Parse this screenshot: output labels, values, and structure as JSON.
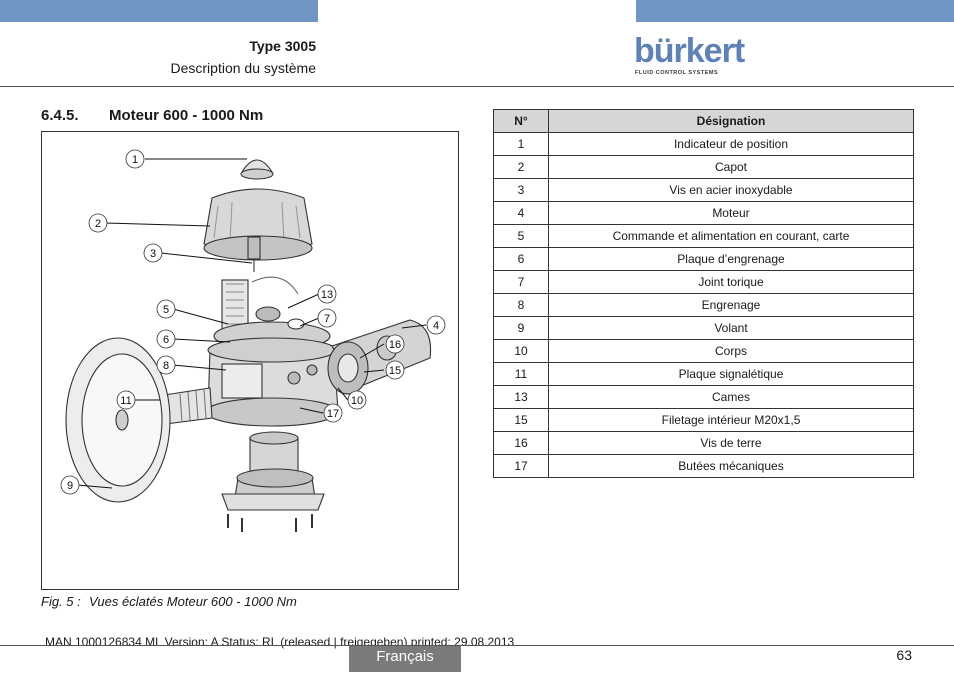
{
  "header": {
    "doc_type": "Type 3005",
    "doc_subtitle": "Description du système",
    "logo_text": "bürkert",
    "logo_tagline": "FLUID CONTROL SYSTEMS",
    "bar_color": "#6f95c5"
  },
  "section": {
    "number": "6.4.5.",
    "title": "Moteur 600 - 1000 Nm"
  },
  "figure": {
    "callouts": [
      "1",
      "2",
      "3",
      "5",
      "6",
      "8",
      "11",
      "9",
      "13",
      "7",
      "4",
      "16",
      "15",
      "10",
      "17"
    ],
    "caption_label": "Fig. 5 :",
    "caption_text": "Vues éclatés Moteur 600 - 1000 Nm"
  },
  "table": {
    "col_num": "N°",
    "col_designation": "Désignation",
    "rows": [
      {
        "n": "1",
        "d": "Indicateur de position"
      },
      {
        "n": "2",
        "d": "Capot"
      },
      {
        "n": "3",
        "d": "Vis en acier inoxydable"
      },
      {
        "n": "4",
        "d": "Moteur"
      },
      {
        "n": "5",
        "d": "Commande et alimentation en courant, carte"
      },
      {
        "n": "6",
        "d": "Plaque d’engrenage"
      },
      {
        "n": "7",
        "d": "Joint torique"
      },
      {
        "n": "8",
        "d": "Engrenage"
      },
      {
        "n": "9",
        "d": "Volant"
      },
      {
        "n": "10",
        "d": "Corps"
      },
      {
        "n": "11",
        "d": "Plaque signalétique"
      },
      {
        "n": "13",
        "d": "Cames"
      },
      {
        "n": "15",
        "d": "Filetage intérieur M20x1,5"
      },
      {
        "n": "16",
        "d": "Vis de terre"
      },
      {
        "n": "17",
        "d": "Butées mécaniques"
      }
    ]
  },
  "footer": {
    "meta": "MAN  1000126834  ML  Version: A Status: RL (released | freigegeben)  printed: 29.08.2013",
    "language": "Français",
    "page_number": "63",
    "tab_color": "#7a7a7a"
  }
}
